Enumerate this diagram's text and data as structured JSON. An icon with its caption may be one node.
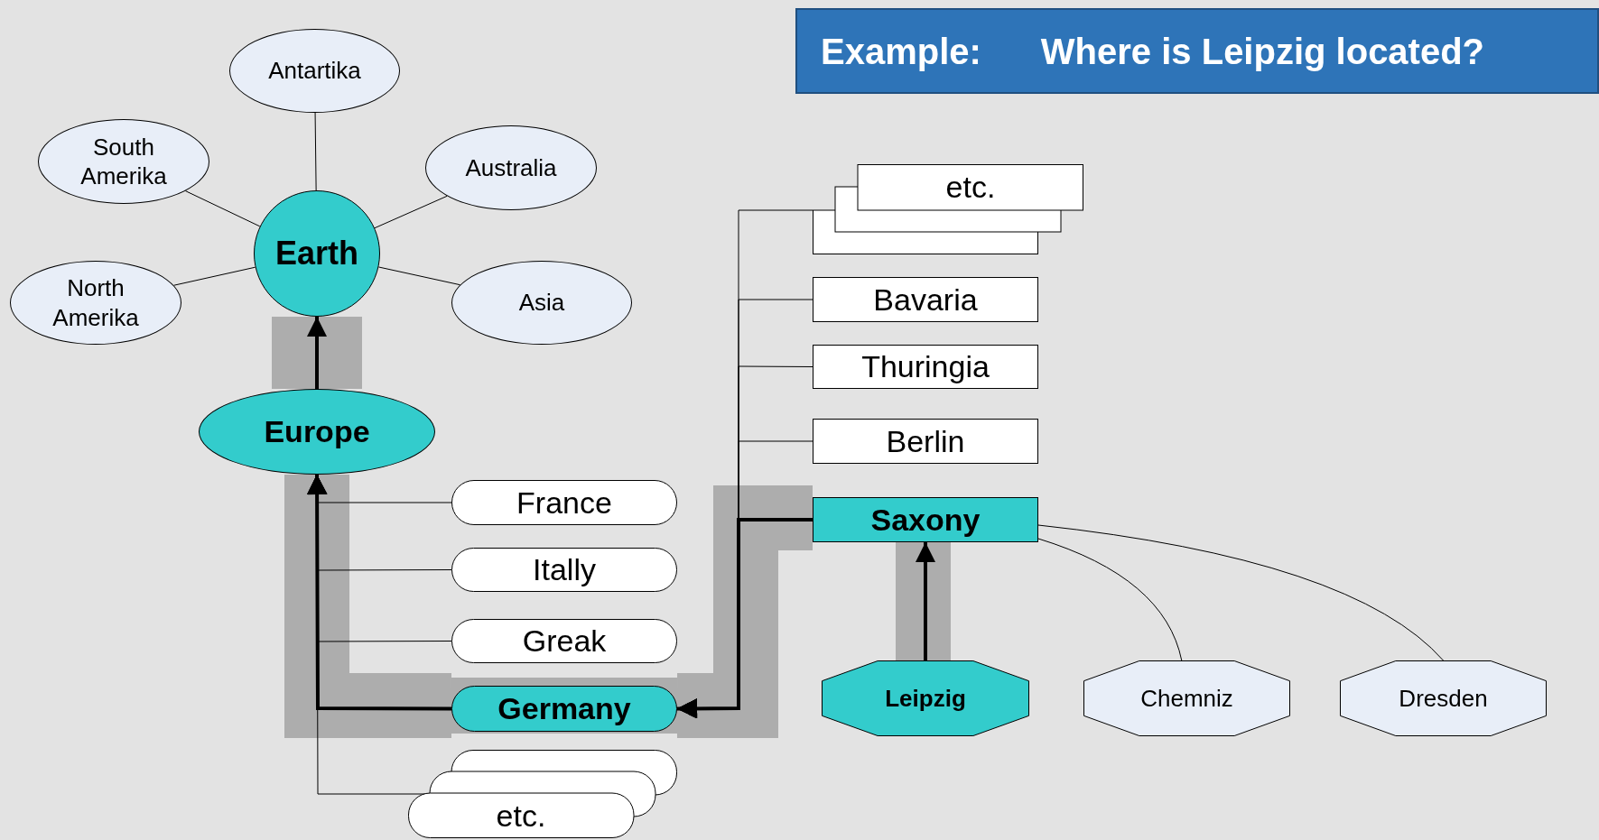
{
  "diagram": {
    "nodes": [
      {
        "text": [
          "Example:",
          "Where is Leipzig located?"
        ]
      },
      {
        "text": [
          "Antartika"
        ]
      },
      {
        "text": [
          "South Amerika"
        ]
      },
      {
        "text": [
          "Australia"
        ]
      },
      {
        "text": [
          "Earth"
        ]
      },
      {
        "text": [
          "North Amerika"
        ]
      },
      {
        "text": [
          "Asia"
        ]
      },
      {
        "text": [
          "etc."
        ]
      },
      {
        "text": [
          "Bavaria"
        ]
      },
      {
        "text": [
          "Thuringia"
        ]
      },
      {
        "text": [
          "Europe"
        ]
      },
      {
        "text": [
          "Berlin"
        ]
      },
      {
        "text": [
          "France"
        ]
      },
      {
        "text": [
          "Saxony"
        ]
      },
      {
        "text": [
          "Itally"
        ]
      },
      {
        "text": [
          "Greak"
        ]
      },
      {
        "text": [
          "Germany"
        ]
      },
      {
        "text": [
          "Leipzig"
        ]
      },
      {
        "text": [
          "Chemniz"
        ]
      },
      {
        "text": [
          "Dresden"
        ]
      },
      {
        "text": [
          "etc."
        ]
      }
    ],
    "edges": [
      {
        "from": 4,
        "to": 1,
        "arrow": "none"
      },
      {
        "from": 4,
        "to": 2,
        "arrow": "none"
      },
      {
        "from": 4,
        "to": 3,
        "arrow": "none"
      },
      {
        "from": 4,
        "to": 5,
        "arrow": "none"
      },
      {
        "from": 4,
        "to": 6,
        "arrow": "none"
      },
      {
        "from": 10,
        "to": 4,
        "arrow": "to",
        "style": "thick"
      },
      {
        "from": 12,
        "to": 10,
        "arrow": "to"
      },
      {
        "from": 14,
        "to": 10,
        "arrow": "to"
      },
      {
        "from": 15,
        "to": 10,
        "arrow": "to"
      },
      {
        "from": 20,
        "to": 10,
        "arrow": "to"
      },
      {
        "from": 16,
        "to": 10,
        "arrow": "to",
        "style": "thick"
      },
      {
        "from": 13,
        "to": 16,
        "arrow": "to",
        "style": "thick"
      },
      {
        "from": 8,
        "to": 16,
        "arrow": "to"
      },
      {
        "from": 9,
        "to": 16,
        "arrow": "to"
      },
      {
        "from": 11,
        "to": 16,
        "arrow": "to"
      },
      {
        "from": 7,
        "to": 16,
        "arrow": "to"
      },
      {
        "from": 17,
        "to": 13,
        "arrow": "to",
        "style": "thick"
      },
      {
        "from": 13,
        "to": 18,
        "arrow": "none"
      },
      {
        "from": 13,
        "to": 19,
        "arrow": "none"
      },
      {
        "from": 13,
        "to": 16,
        "arrow": "none",
        "style": "thick",
        "color": "#adadad"
      },
      {
        "from": 16,
        "to": 10,
        "arrow": "none",
        "style": "thick",
        "color": "#adadad"
      },
      {
        "from": 10,
        "to": 4,
        "arrow": "none",
        "style": "thick",
        "color": "#adadad"
      }
    ]
  }
}
